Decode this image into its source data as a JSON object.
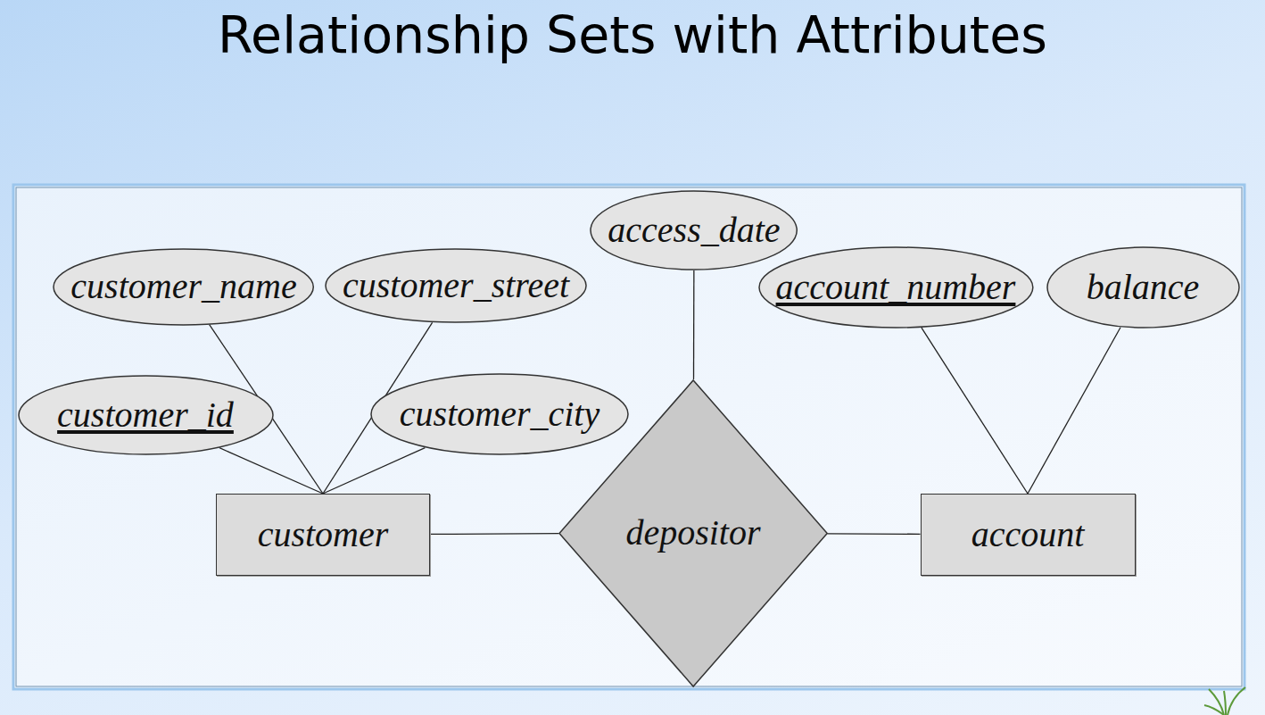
{
  "diagram": {
    "title": "Relationship Sets with Attributes",
    "nodes": [
      {
        "text": [
          "access_date"
        ]
      },
      {
        "text": [
          "customer_name"
        ]
      },
      {
        "text": [
          "customer_street"
        ]
      },
      {
        "text": [
          "account_number"
        ]
      },
      {
        "text": [
          "balance"
        ]
      },
      {
        "text": [
          "customer_id"
        ]
      },
      {
        "text": [
          "customer_city"
        ]
      },
      {
        "text": [
          "customer"
        ]
      },
      {
        "text": [
          "depositor"
        ]
      },
      {
        "text": [
          "account"
        ]
      }
    ],
    "edges": [
      {
        "from": 1,
        "to": 7,
        "arrow": "none"
      },
      {
        "from": 2,
        "to": 7,
        "arrow": "none"
      },
      {
        "from": 5,
        "to": 7,
        "arrow": "none"
      },
      {
        "from": 6,
        "to": 7,
        "arrow": "none"
      },
      {
        "from": 7,
        "to": 8,
        "arrow": "none"
      },
      {
        "from": 0,
        "to": 8,
        "arrow": "none"
      },
      {
        "from": 8,
        "to": 9,
        "arrow": "none"
      },
      {
        "from": 3,
        "to": 9,
        "arrow": "none"
      },
      {
        "from": 4,
        "to": 9,
        "arrow": "none"
      }
    ]
  }
}
